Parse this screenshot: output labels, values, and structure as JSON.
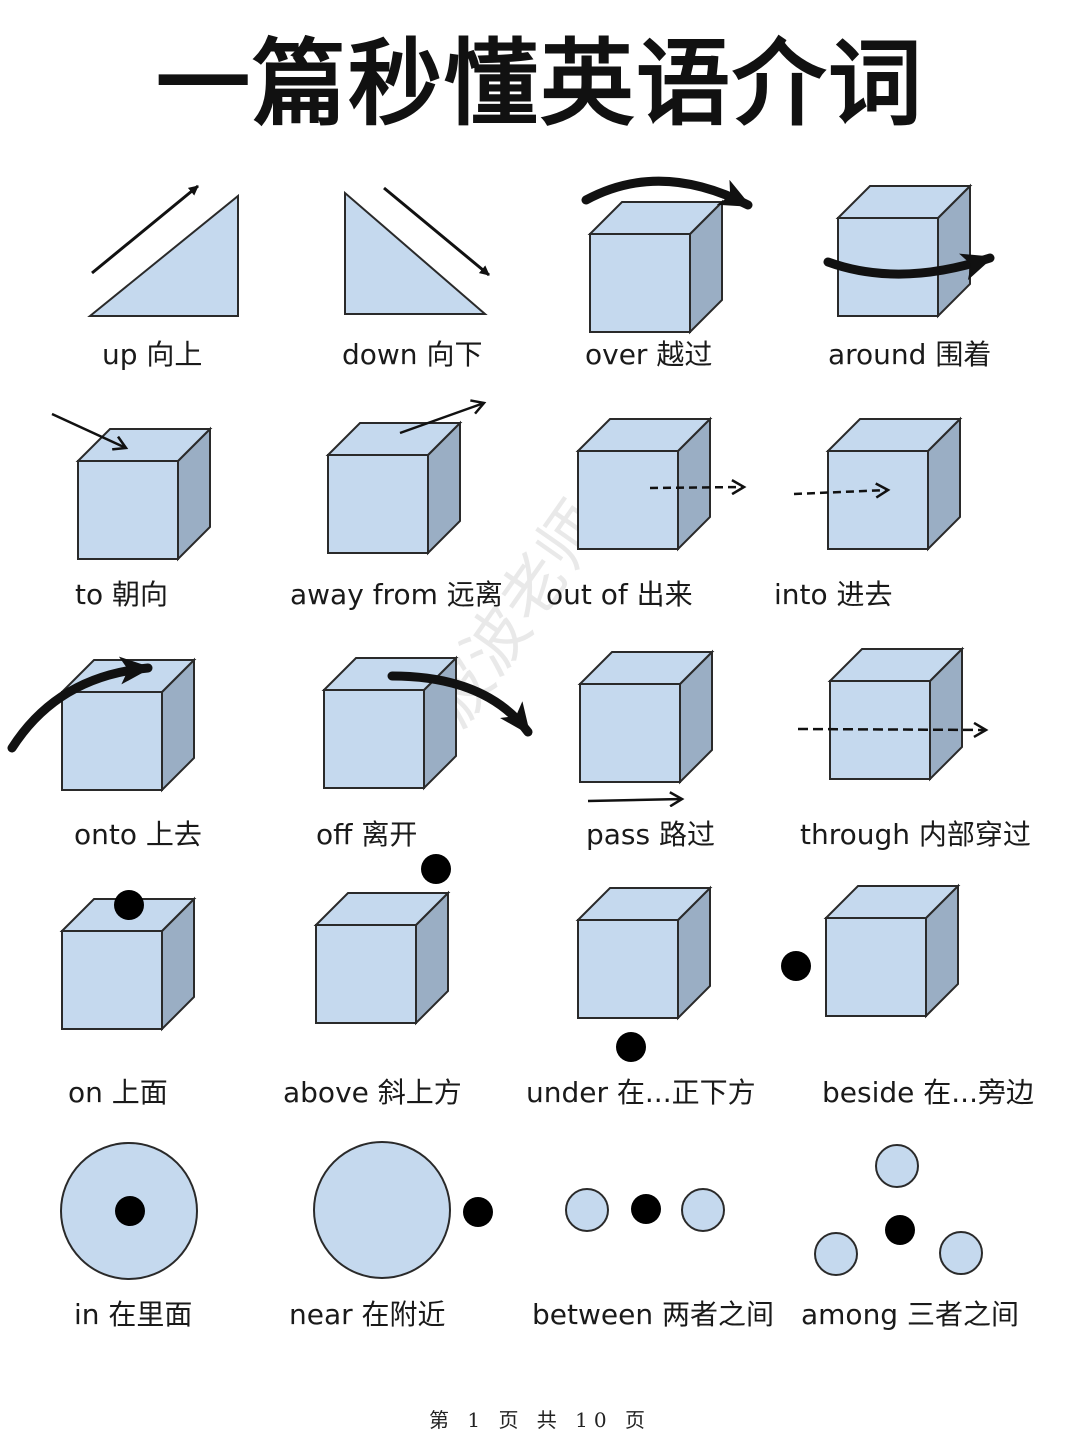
{
  "title": "一篇秒懂英语介词",
  "watermark": "波波老师",
  "footer": "第 1 页 共 10 页",
  "colors": {
    "shape_fill": "#c5d9ee",
    "shape_side": "#9aaec4",
    "outline": "#2a2a2a",
    "dot": "#000000",
    "arrow": "#111111"
  },
  "items": [
    {
      "label": "up 向上"
    },
    {
      "label": "down 向下"
    },
    {
      "label": "over 越过"
    },
    {
      "label": "around 围着"
    },
    {
      "label": "to 朝向"
    },
    {
      "label": "away from 远离"
    },
    {
      "label": "out of 出来"
    },
    {
      "label": "into 进去"
    },
    {
      "label": "onto 上去"
    },
    {
      "label": "off 离开"
    },
    {
      "label": "pass 路过"
    },
    {
      "label": "through 内部穿过"
    },
    {
      "label": "on 上面"
    },
    {
      "label": "above 斜上方"
    },
    {
      "label": "under 在...正下方"
    },
    {
      "label": "beside 在...旁边"
    },
    {
      "label": "in 在里面"
    },
    {
      "label": "near 在附近"
    },
    {
      "label": "between 两者之间"
    },
    {
      "label": "among 三者之间"
    }
  ]
}
